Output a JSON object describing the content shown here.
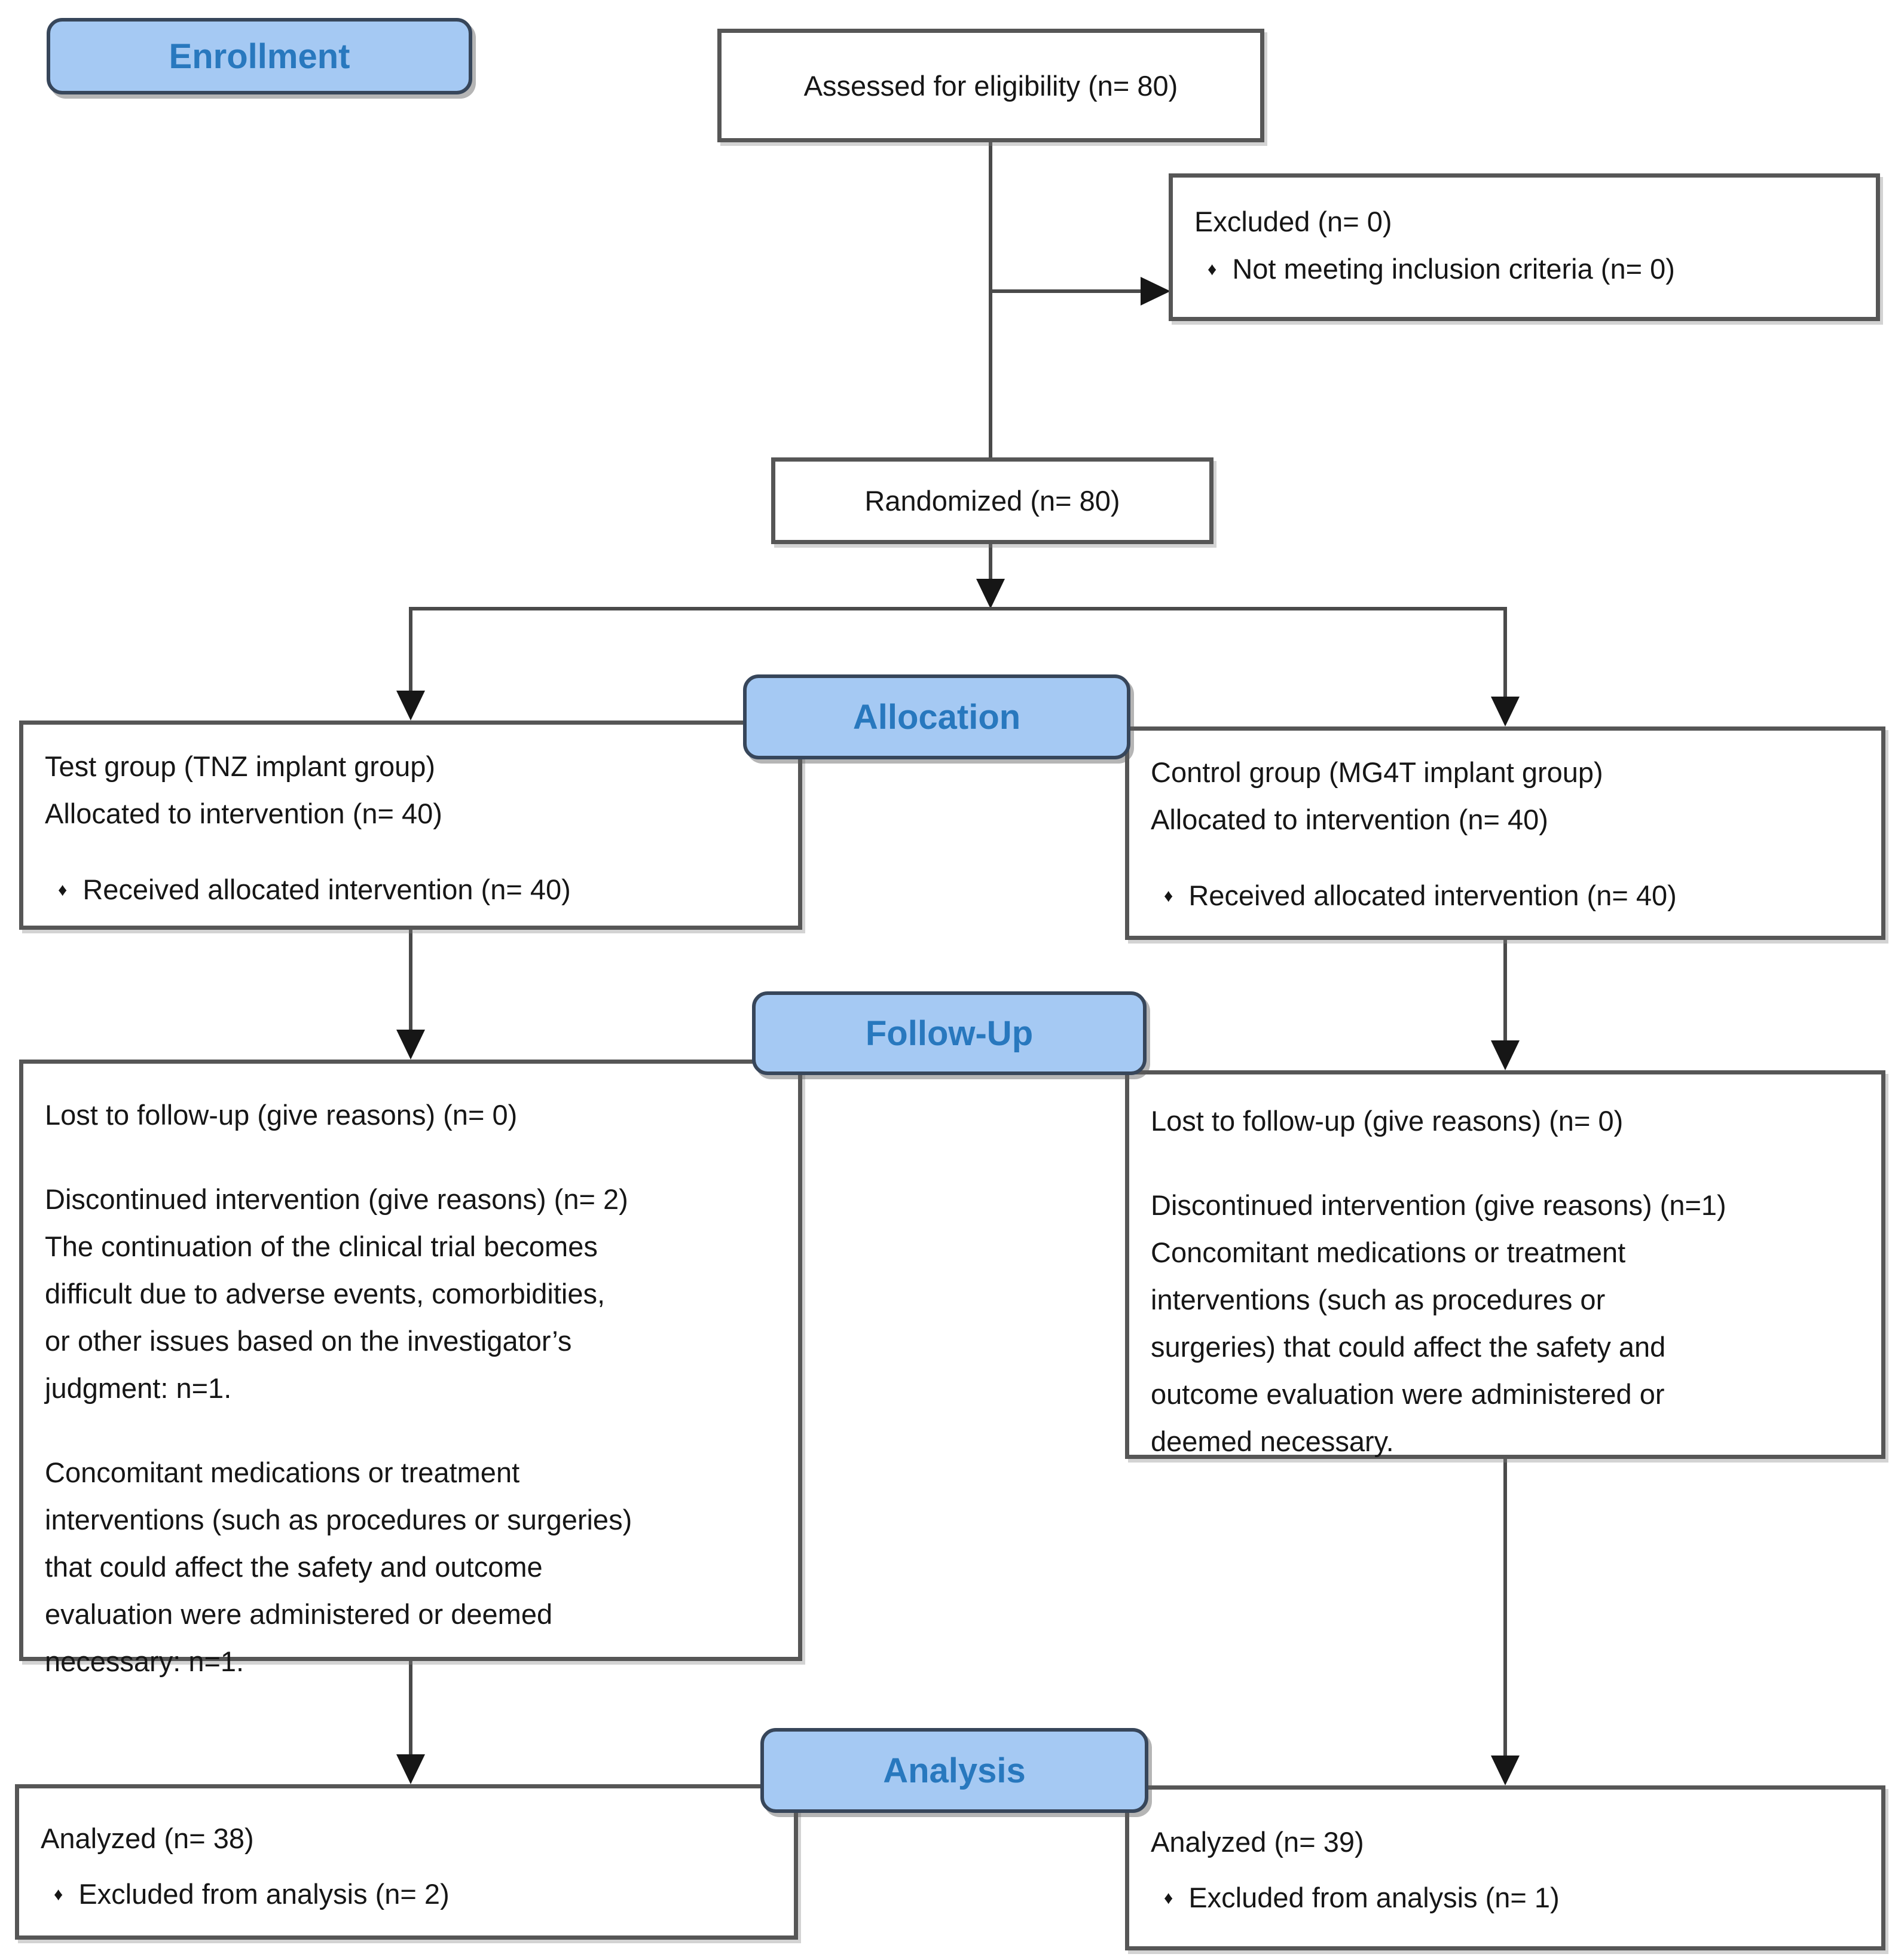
{
  "bullet_char": "♦",
  "colors": {
    "stage_label_fill": "#a5c9f3",
    "stage_label_border": "#37465a",
    "stage_label_text": "#2878be",
    "box_border": "#565656",
    "connector": "#4a4a4a",
    "arrowhead": "#161616",
    "body_text": "#161616"
  },
  "stages": {
    "enrollment": {
      "label": "Enrollment"
    },
    "allocation": {
      "label": "Allocation"
    },
    "followup": {
      "label": "Follow-Up"
    },
    "analysis": {
      "label": "Analysis"
    }
  },
  "boxes": {
    "assessed": {
      "text": "Assessed for eligibility (n= 80)"
    },
    "excluded": {
      "title": "Excluded (n= 0)",
      "bullet": "Not meeting inclusion criteria (n= 0)"
    },
    "randomized": {
      "text": "Randomized (n= 80)"
    },
    "test_group": {
      "lines": [
        "Test group (TNZ implant group)",
        "Allocated to intervention (n= 40)"
      ],
      "bullet": "Received allocated intervention (n= 40)"
    },
    "control_group": {
      "lines": [
        "Control group (MG4T implant group)",
        "Allocated to intervention (n= 40)"
      ],
      "bullet": "Received allocated intervention (n= 40)"
    },
    "test_followup": {
      "p1": [
        "Lost to follow-up (give reasons) (n= 0)"
      ],
      "p2": [
        "Discontinued intervention (give reasons) (n= 2)",
        "The continuation of the clinical trial becomes",
        "difficult due to adverse events, comorbidities,",
        "or other issues based on the investigator’s",
        "judgment: n=1."
      ],
      "p3": [
        "Concomitant medications or treatment",
        "interventions (such as procedures or surgeries)",
        "that could affect the safety and outcome",
        "evaluation were administered or deemed",
        "necessary: n=1."
      ]
    },
    "control_followup": {
      "p1": [
        "Lost to follow-up (give reasons) (n= 0)"
      ],
      "p2": [
        "Discontinued intervention (give reasons) (n=1)",
        "Concomitant medications or treatment",
        "interventions (such as procedures or",
        "surgeries) that could affect the safety and",
        "outcome evaluation were administered or",
        "deemed necessary."
      ]
    },
    "test_analysis": {
      "title": "Analyzed (n= 38)",
      "bullet": "Excluded from analysis (n= 2)"
    },
    "control_analysis": {
      "title": "Analyzed (n= 39)",
      "bullet": "Excluded from analysis (n= 1)"
    }
  }
}
